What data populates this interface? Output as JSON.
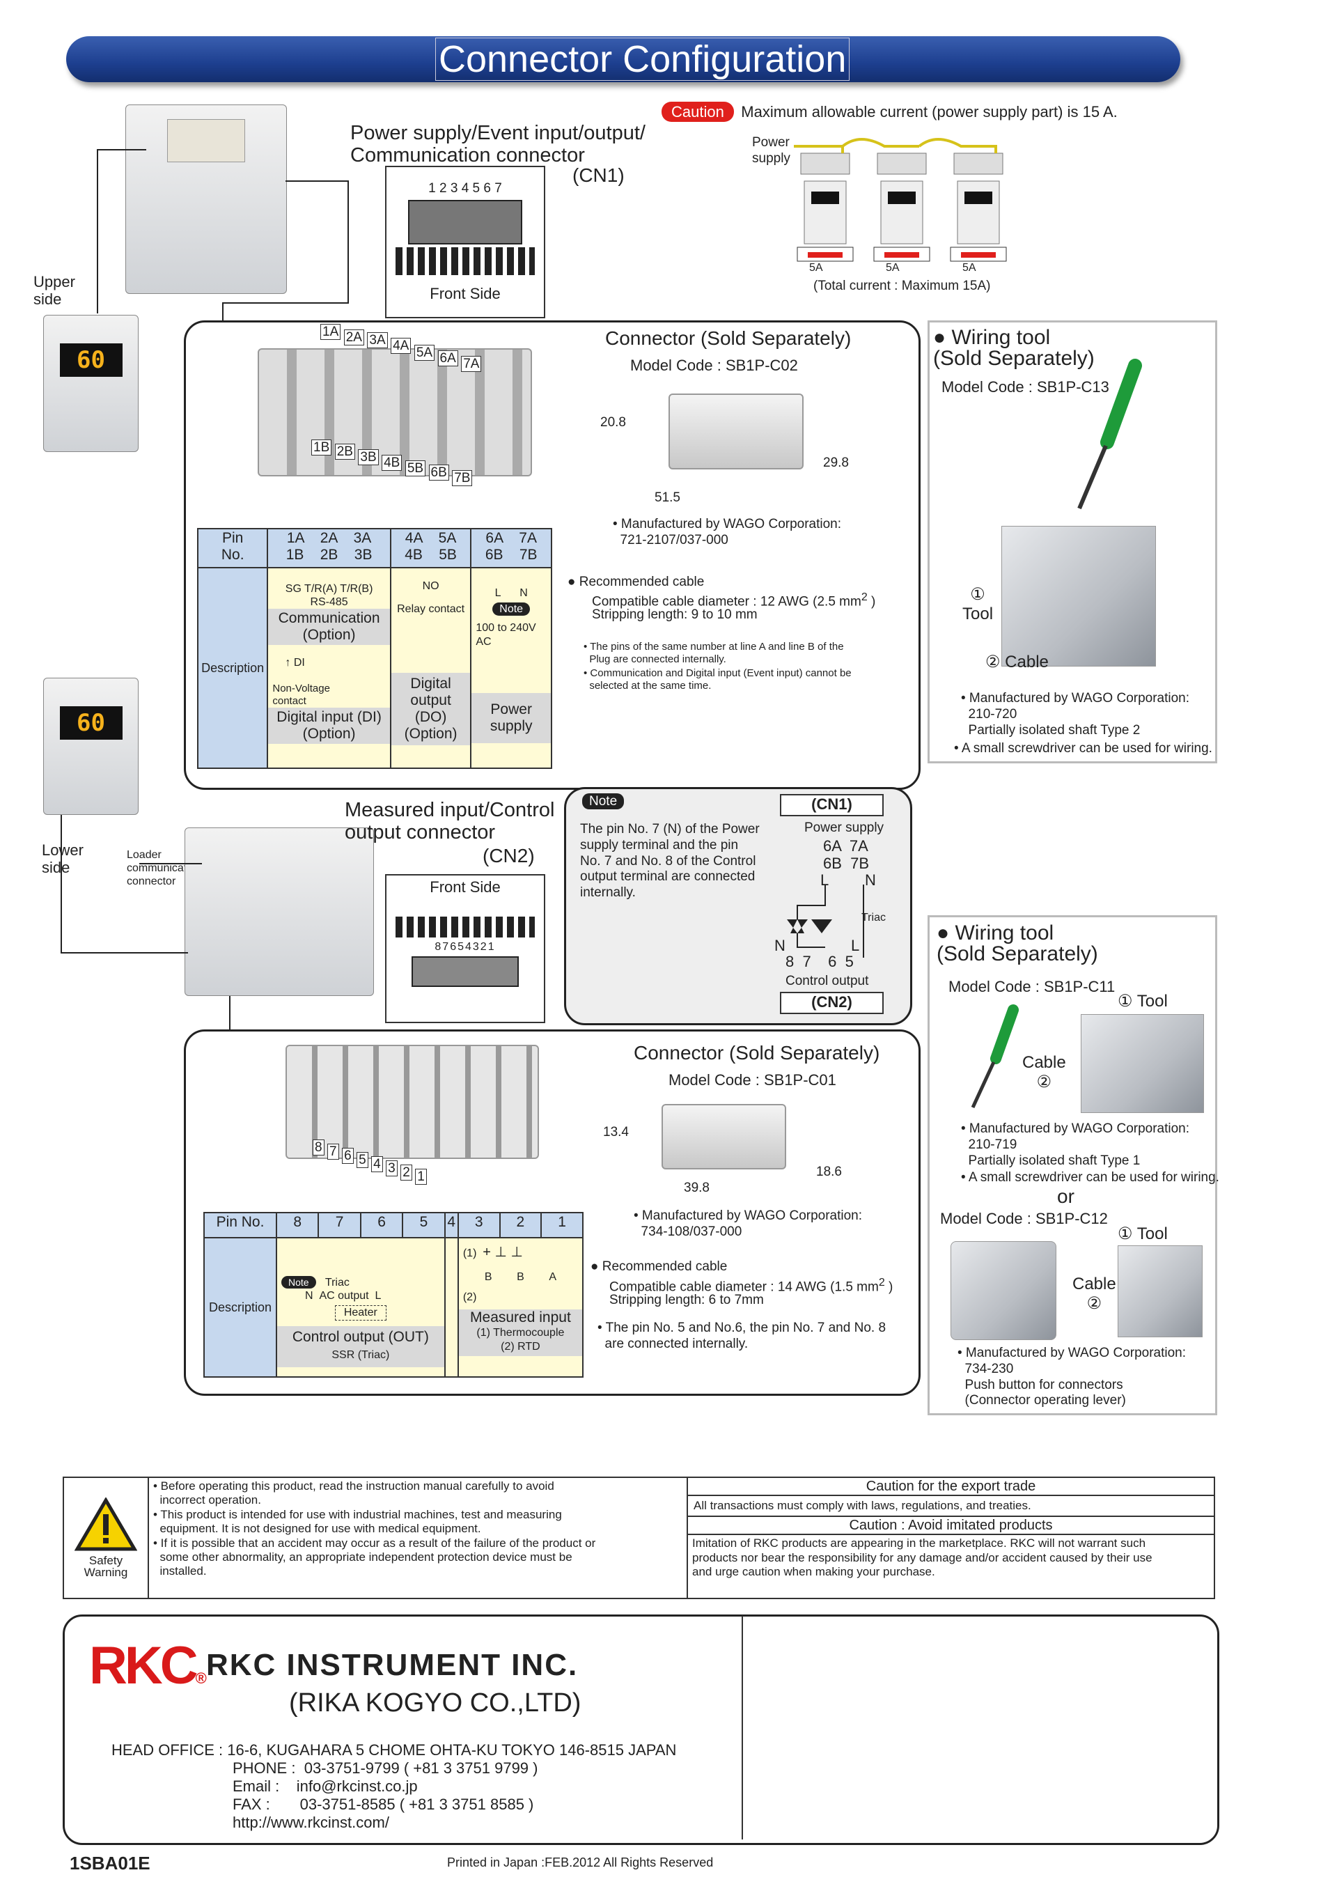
{
  "header": {
    "title": "Connector Configuration"
  },
  "caution": {
    "label": "Caution",
    "text": "Maximum allowable current (power supply part) is 15 A.",
    "power_supply": "Power\nsupply",
    "amp": "5A",
    "total": "(Total current : Maximum 15A)"
  },
  "device": {
    "upper": "Upper\nside",
    "lower": "Lower\nside",
    "lcd": "60",
    "loader": "Loader\ncommunication\nconnector"
  },
  "cn1": {
    "title": "Power supply/Event input/output/\nCommunication connector",
    "code": "(CN1)",
    "digits": "1 2 3 4 5 6 7",
    "front_side": "Front Side",
    "labels_a": [
      "1A",
      "2A",
      "3A",
      "4A",
      "5A",
      "6A",
      "7A"
    ],
    "labels_b": [
      "1B",
      "2B",
      "3B",
      "4B",
      "5B",
      "6B",
      "7B"
    ],
    "connector_title": "Connector (Sold Separately)",
    "model": "Model Code : SB1P-C02",
    "dim_h": "20.8",
    "dim_w": "51.5",
    "dim_d": "29.8",
    "mfr": "• Manufactured by WAGO Corporation:\n  721-2107/037-000",
    "cable_title": "Recommended cable",
    "cable_diam": "Compatible cable diameter : 12 AWG (2.5 mm",
    "cable_sup": "2",
    "cable_tail": " )",
    "strip": "Stripping length: 9 to 10 mm",
    "note1": "• The pins of the same number at line A and line B of the\n  Plug are connected internally.",
    "note2": "• Communication and Digital input (Event input) cannot be\n  selected at the same time.",
    "table": {
      "pin_label": "Pin\nNo.",
      "desc_label": "Description",
      "pins_a": "1A    2A    3A",
      "pins_b": "1B    2B    3B",
      "pins_4a": "4A    5A",
      "pins_4b": "4B    5B",
      "pins_6a": "6A    7A",
      "pins_6b": "6B    7B",
      "comm_sig": "SG   T/R(A) T/R(B)",
      "rs485": "RS-485",
      "comm": "Communication\n(Option)",
      "di": "DI",
      "nonvolt": "Non-Voltage\ncontact",
      "digital_in": "Digital input (DI)\n(Option)",
      "no": "NO",
      "relay": "Relay contact",
      "digital_out": "Digital\noutput\n(DO)\n(Option)",
      "l": "L",
      "n": "N",
      "note": "Note",
      "voltage": "100 to 240V\nAC",
      "power": "Power\nsupply"
    }
  },
  "tool1": {
    "title": "Wiring tool\n(Sold Separately)",
    "model": "Model Code : SB1P-C13",
    "tool": "①\nTool",
    "cable": "② Cable",
    "mfr": "• Manufactured by WAGO Corporation:\n  210-720\n  Partially isolated shaft Type 2",
    "small": "• A small screwdriver can be used for wiring."
  },
  "note_box": {
    "label": "Note",
    "text": "The pin No. 7 (N) of the Power\nsupply terminal and the pin\nNo. 7 and No. 8 of the Control\noutput terminal are connected\ninternally.",
    "cn1": "(CN1)",
    "cn2": "(CN2)",
    "power_supply": "Power supply",
    "pins_top": "6A  7A",
    "pins_mid": "6B  7B",
    "l": "L",
    "n": "N",
    "triac": "Triac",
    "n2": "N",
    "l2": "L",
    "pins_bot": "8  7    6  5",
    "control_output": "Control output"
  },
  "cn2": {
    "title": "Measured input/Control\noutput connector",
    "code": "(CN2)",
    "front_side": "Front Side",
    "digits": "87654321",
    "labels": [
      "8",
      "7",
      "6",
      "5",
      "4",
      "3",
      "2",
      "1"
    ],
    "connector_title": "Connector (Sold Separately)",
    "model": "Model Code : SB1P-C01",
    "dim_h": "13.4",
    "dim_w": "39.8",
    "dim_d": "18.6",
    "mfr": "• Manufactured by WAGO Corporation:\n  734-108/037-000",
    "cable_title": "Recommended cable",
    "cable_diam": "Compatible cable diameter : 14 AWG (1.5 mm",
    "cable_sup": "2",
    "cable_tail": " )",
    "strip": "Stripping length: 6 to 7mm",
    "note1": "• The pin No. 5 and No.6, the pin No. 7 and No. 8\n  are connected internally.",
    "table": {
      "pin_label": "Pin No.",
      "pins": [
        "8",
        "7",
        "6",
        "5",
        "4",
        "3",
        "2",
        "1"
      ],
      "desc_label": "Description",
      "note": "Note",
      "triac": "Triac",
      "ac": "AC output",
      "n": "N",
      "l": "L",
      "heater": "Heater",
      "ctrl": "Control output (OUT)",
      "ssr": "SSR (Triac)",
      "tc": "(1)",
      "rtd": "(2)",
      "b1": "B",
      "b2": "B",
      "a": "A",
      "meas": "Measured input",
      "meas1": "(1) Thermocouple",
      "meas2": "(2) RTD"
    }
  },
  "tool2": {
    "title": "Wiring tool\n(Sold Separately)",
    "model": "Model Code : SB1P-C11",
    "tool": "① Tool",
    "cable": "Cable\n②",
    "mfr": "• Manufactured by WAGO Corporation:\n  210-719\n  Partially isolated shaft Type 1",
    "small": "• A small screwdriver can be used for wiring.",
    "or": "or",
    "model2": "Model Code : SB1P-C12",
    "tool_b": "① Tool",
    "cable_b": "Cable\n②",
    "mfr2": "• Manufactured by WAGO Corporation:\n  734-230\n  Push button for connectors\n  (Connector operating lever)"
  },
  "safety": {
    "icon_label": "Safety\nWarning",
    "items": [
      "• Before operating this product, read the instruction manual carefully to avoid\n  incorrect operation.",
      "• This product is intended for use with industrial machines, test and measuring\n  equipment. It is not designed for use with medical equipment.",
      "• If it is possible that an accident may occur as a result of the failure of the product or\n  some other abnormality, an appropriate independent protection device must be\n  installed."
    ],
    "export_title": "Caution for the export trade",
    "export_text": "All transactions must comply with laws, regulations, and treaties.",
    "imit_title": "Caution : Avoid imitated products",
    "imit_text": "Imitation of RKC products are appearing in the marketplace. RKC will not warrant such\nproducts nor bear the responsibility for any damage and/or accident caused by their use\nand urge caution when making your purchase."
  },
  "company": {
    "logo": "RKC",
    "reg": "®",
    "name": "RKC INSTRUMENT INC.",
    "sub": "(RIKA KOGYO CO.,LTD)",
    "head": "HEAD OFFICE : 16-6, KUGAHARA 5 CHOME OHTA-KU TOKYO 146-8515 JAPAN",
    "phone_l": "PHONE :",
    "phone": "03-3751-9799 ( +81 3 3751 9799 )",
    "email_l": "Email :",
    "email": "info@rkcinst.co.jp",
    "fax_l": "FAX :",
    "fax": "03-3751-8585 ( +81 3 3751 8585 )",
    "url": "http://www.rkcinst.com/"
  },
  "footer": {
    "code": "1SBA01E",
    "printed": "Printed in Japan :FEB.2012 All Rights Reserved"
  }
}
